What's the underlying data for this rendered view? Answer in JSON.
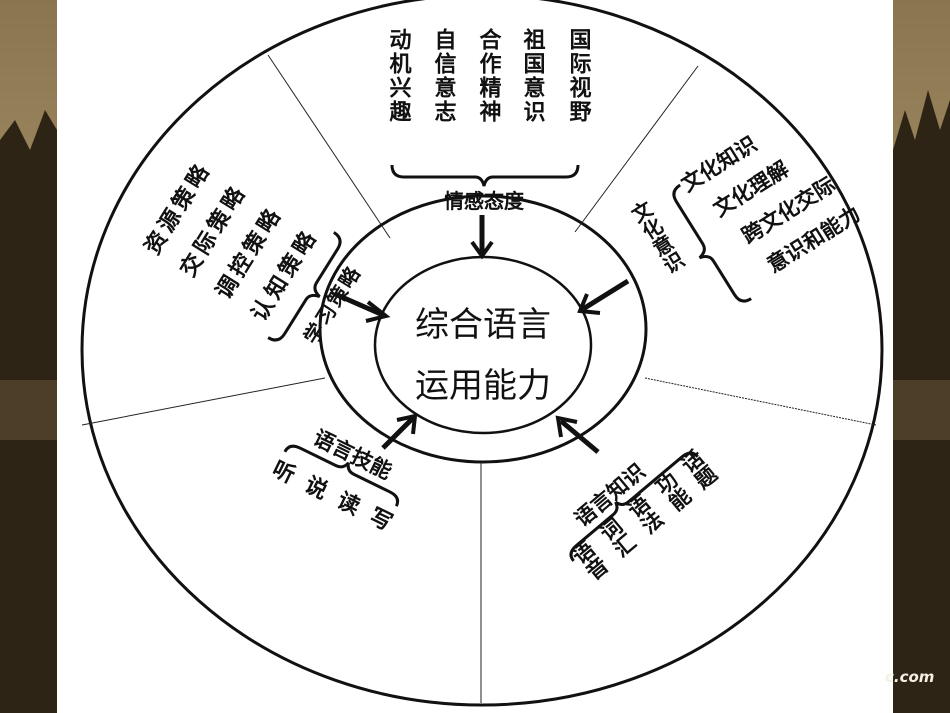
{
  "center": {
    "line1": "综合语言",
    "line2": "运用能力"
  },
  "affect": {
    "label": "情感态度",
    "columns": [
      "动机兴趣",
      "自信意志",
      "合作精神",
      "祖国意识",
      "国际视野"
    ]
  },
  "strategy": {
    "label": "学习策略",
    "items": [
      "资源策略",
      "交际策略",
      "调控策略",
      "认知策略"
    ]
  },
  "culture": {
    "label": "文化意识",
    "items": [
      "文化知识",
      "文化理解",
      "跨文化交际",
      "意识和能力"
    ]
  },
  "skills": {
    "label": "语言技能",
    "items": [
      "听",
      "说",
      "读",
      "写"
    ]
  },
  "knowledge": {
    "label": "语言知识",
    "items": [
      "语音",
      "词汇",
      "语法",
      "功能",
      "话题"
    ]
  },
  "watermark": "c.com"
}
